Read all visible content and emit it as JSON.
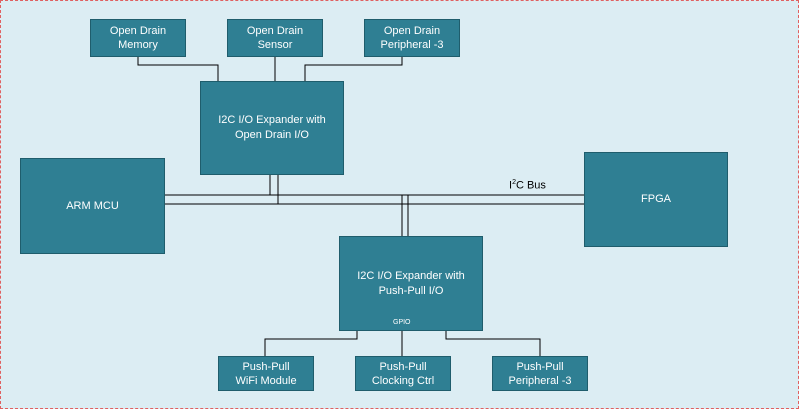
{
  "top_devices": [
    {
      "label": "Open Drain\nMemory"
    },
    {
      "label": "Open Drain\nSensor"
    },
    {
      "label": "Open Drain\nPeripheral -3"
    }
  ],
  "expander_od": {
    "label": "I2C I/O Expander with\nOpen Drain I/O"
  },
  "mcu": {
    "label": "ARM MCU"
  },
  "fpga": {
    "label": "FPGA"
  },
  "bus": {
    "prefix": "I",
    "superscript": "2",
    "suffix": "C Bus"
  },
  "expander_pp": {
    "label": "I2C I/O Expander with\nPush-Pull I/O",
    "gpio_label": "GPIO"
  },
  "bottom_devices": [
    {
      "label": "Push-Pull\nWiFi Module"
    },
    {
      "label": "Push-Pull\nClocking Ctrl"
    },
    {
      "label": "Push-Pull\nPeripheral -3"
    }
  ]
}
